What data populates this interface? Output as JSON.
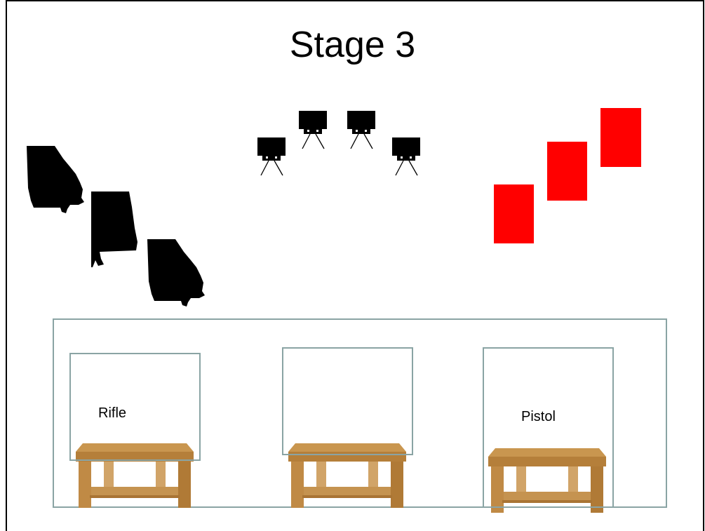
{
  "title": "Stage 3",
  "stations": [
    {
      "label": "Rifle"
    },
    {
      "label": ""
    },
    {
      "label": "Pistol"
    }
  ],
  "colors": {
    "red_target": "#ff0000",
    "silhouette": "#000000",
    "box_outline": "#8aa4a4",
    "table_wood": "#c9964f"
  },
  "icons": [
    "georgia-silhouette-icon",
    "alabama-silhouette-icon",
    "steel-plate-target-icon",
    "paper-target-icon",
    "table-icon"
  ]
}
